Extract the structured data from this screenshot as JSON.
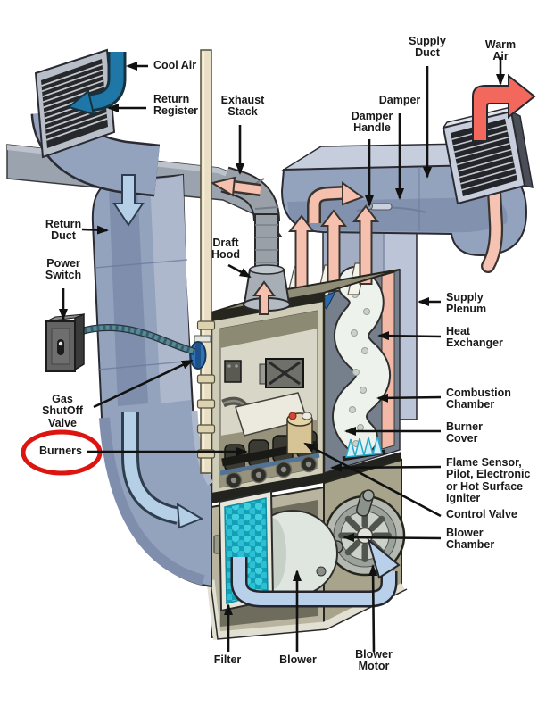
{
  "title": "Gas Furnace and Duct System Cutaway Diagram",
  "colors": {
    "background": "#ffffff",
    "label_text": "#191919",
    "leader_arrow": "#111111",
    "duct_blue": "#93a2bd",
    "duct_blue_dark": "#7e8eac",
    "duct_blue_light": "#c6cedd",
    "cool_air_arrow": "#1f77a8",
    "return_air_arrow": "#b5cfe6",
    "warm_air_arrow": "#f2685c",
    "supply_air_arrow": "#f6c0ae",
    "exhaust_gray": "#9aa3ae",
    "gas_pipe_tan": "#e9dfc4",
    "shutoff_valve_blue": "#2f72b5",
    "filter_teal": "#2cc0d4",
    "burners_highlight_red": "#dd1510",
    "cabinet_beige": "#d8d6c6"
  },
  "flows": [
    {
      "name": "cool-air-return-flow",
      "color": "#1f77a8"
    },
    {
      "name": "return-air-flow",
      "color": "#b5cfe6"
    },
    {
      "name": "heated-supply-air-flow",
      "color": "#f6c0ae"
    },
    {
      "name": "warm-air-out-flow",
      "color": "#f2685c"
    },
    {
      "name": "exhaust-flue-flow",
      "color": "#f6c0ae"
    },
    {
      "name": "blower-intake-flow",
      "color": "#b9d0ea"
    }
  ],
  "labels": [
    {
      "id": "cool-air",
      "text": "Cool Air"
    },
    {
      "id": "return-register",
      "text": "Return\nRegister"
    },
    {
      "id": "exhaust-stack",
      "text": "Exhaust\nStack"
    },
    {
      "id": "supply-duct",
      "text": "Supply\nDuct"
    },
    {
      "id": "warm-air",
      "text": "Warm Air"
    },
    {
      "id": "damper",
      "text": "Damper"
    },
    {
      "id": "damper-handle",
      "text": "Damper\nHandle"
    },
    {
      "id": "return-duct",
      "text": "Return\nDuct"
    },
    {
      "id": "power-switch",
      "text": "Power\nSwitch"
    },
    {
      "id": "draft-hood",
      "text": "Draft\nHood"
    },
    {
      "id": "supply-plenum",
      "text": "Supply\nPlenum"
    },
    {
      "id": "heat-exchanger",
      "text": "Heat\nExchanger"
    },
    {
      "id": "combustion-chamber",
      "text": "Combustion\nChamber"
    },
    {
      "id": "burner-cover",
      "text": "Burner\nCover"
    },
    {
      "id": "flame-sensor-pilot-igniter",
      "text": "Flame Sensor,\nPilot, Electronic\nor Hot Surface\nIgniter"
    },
    {
      "id": "control-valve",
      "text": "Control Valve"
    },
    {
      "id": "gas-shutoff-valve",
      "text": "Gas\nShutOff\nValve"
    },
    {
      "id": "burners",
      "text": "Burners",
      "highlighted": true
    },
    {
      "id": "blower-chamber",
      "text": "Blower\nChamber"
    },
    {
      "id": "filter",
      "text": "Filter"
    },
    {
      "id": "blower",
      "text": "Blower"
    },
    {
      "id": "blower-motor",
      "text": "Blower\nMotor"
    }
  ]
}
